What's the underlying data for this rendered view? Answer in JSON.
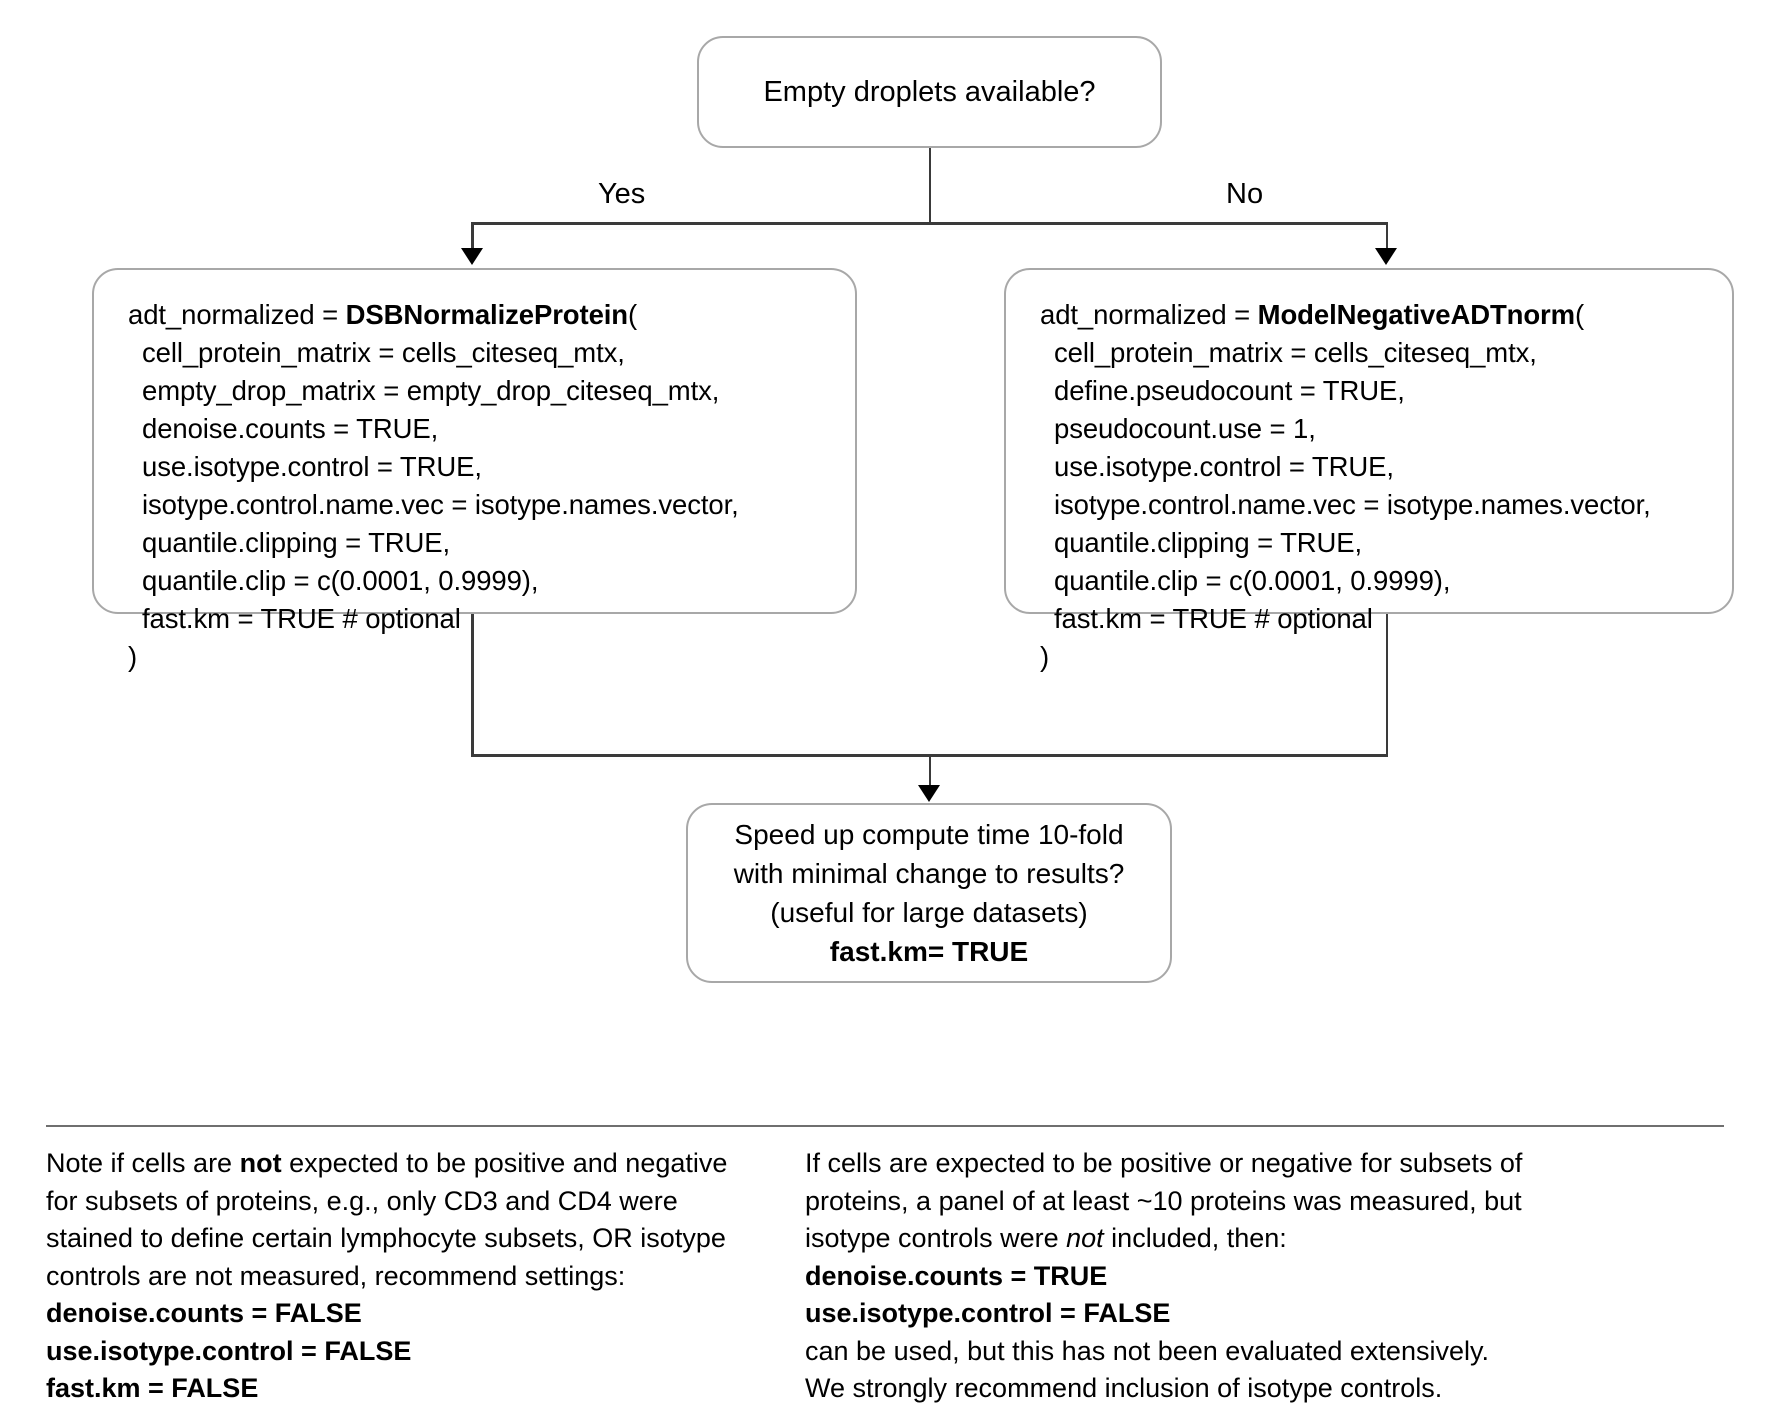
{
  "diagram": {
    "title_node": {
      "text": "Empty droplets available?"
    },
    "branch_labels": {
      "yes": "Yes",
      "no": "No"
    },
    "left_code_box": {
      "lines": [
        {
          "text": "adt_normalized = ",
          "bold_text": "DSBNormalizeProtein",
          "tail": "(",
          "indent": 0
        },
        {
          "text": "cell_protein_matrix = cells_citeseq_mtx,",
          "indent": 1
        },
        {
          "text": "empty_drop_matrix = empty_drop_citeseq_mtx,",
          "indent": 1
        },
        {
          "text": "denoise.counts = TRUE,",
          "indent": 1
        },
        {
          "text": "use.isotype.control = TRUE,",
          "indent": 1
        },
        {
          "text": "isotype.control.name.vec = isotype.names.vector,",
          "indent": 1
        },
        {
          "text": "quantile.clipping = TRUE,",
          "indent": 1
        },
        {
          "text": "quantile.clip = c(0.0001, 0.9999),",
          "indent": 1
        },
        {
          "text": "fast.km = TRUE # optional",
          "indent": 1
        },
        {
          "text": ")",
          "indent": 0
        }
      ]
    },
    "right_code_box": {
      "lines": [
        {
          "text": "adt_normalized = ",
          "bold_text": "ModelNegativeADTnorm",
          "tail": "(",
          "indent": 0
        },
        {
          "text": "cell_protein_matrix = cells_citeseq_mtx,",
          "indent": 1
        },
        {
          "text": "define.pseudocount = TRUE,",
          "indent": 1
        },
        {
          "text": "pseudocount.use = 1,",
          "indent": 1
        },
        {
          "text": "use.isotype.control = TRUE,",
          "indent": 1
        },
        {
          "text": "isotype.control.name.vec = isotype.names.vector,",
          "indent": 1
        },
        {
          "text": "quantile.clipping = TRUE,",
          "indent": 1
        },
        {
          "text": "quantile.clip = c(0.0001, 0.9999),",
          "indent": 1
        },
        {
          "text": "fast.km = TRUE # optional",
          "indent": 1
        },
        {
          "text": ")",
          "indent": 0
        }
      ]
    },
    "speed_node": {
      "line1": "Speed up compute time 10-fold",
      "line2": "with minimal change to results?",
      "line3": "(useful for large datasets)",
      "line4": "fast.km= TRUE"
    }
  },
  "footer": {
    "left_note": {
      "p1_a": "Note if cells are ",
      "p1_bold": "not",
      "p1_b": " expected to be positive and negative",
      "p2": "for subsets of proteins, e.g., only CD3 and CD4 were",
      "p3": "stained to define certain lymphocyte subsets, OR isotype",
      "p4": "controls are not measured, recommend settings:",
      "s1": "denoise.counts = FALSE",
      "s2": "use.isotype.control = FALSE",
      "s3": "fast.km = FALSE"
    },
    "right_note": {
      "p1": "If cells are expected to be positive or negative for subsets of",
      "p2": "proteins, a panel of at least ~10 proteins was measured, but",
      "p3_a": "isotype controls were ",
      "p3_italic": "not",
      "p3_b": " included, then:",
      "s1": "denoise.counts = TRUE",
      "s2": "use.isotype.control = FALSE",
      "p4": "can be used, but this has not been evaluated extensively.",
      "p5": "We strongly recommend inclusion of isotype controls."
    }
  },
  "colors": {
    "node_border": "#a8a8a8",
    "connector": "#3a3a3a",
    "text": "#000000",
    "rule": "#6f6f6f"
  }
}
